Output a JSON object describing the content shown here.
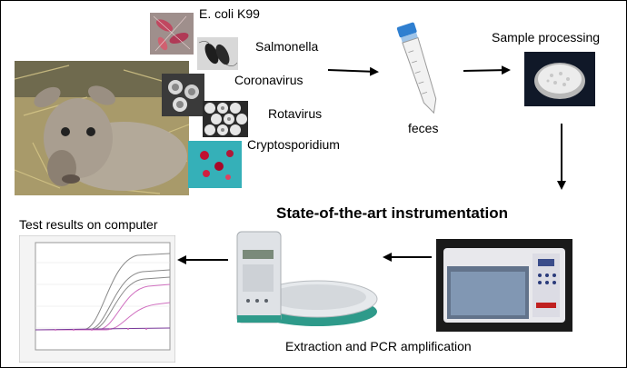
{
  "pathogens": [
    {
      "label": "E. coli K99",
      "icon": "ecoli-micrograph"
    },
    {
      "label": "Salmonella",
      "icon": "salmonella-micrograph"
    },
    {
      "label": "Coronavirus",
      "icon": "coronavirus-micrograph"
    },
    {
      "label": "Rotavirus",
      "icon": "rotavirus-micrograph"
    },
    {
      "label": "Cryptosporidium",
      "icon": "cryptosporidium-micrograph"
    }
  ],
  "sample": {
    "label": "feces",
    "icon": "sample-tube"
  },
  "processing": {
    "label": "Sample processing",
    "icon": "processed-sample-dish"
  },
  "instrumentation": {
    "title": "State-of-the-art instrumentation"
  },
  "extraction": {
    "label": "Extraction and PCR amplification"
  },
  "results": {
    "label": "Test results on computer"
  },
  "colors": {
    "arrow": "#000000",
    "curve_gray": "#8a8a8a",
    "curve_pink": "#d070c0",
    "tube_cap": "#2f7fd0",
    "instrument_teal": "#2e9a8a"
  }
}
